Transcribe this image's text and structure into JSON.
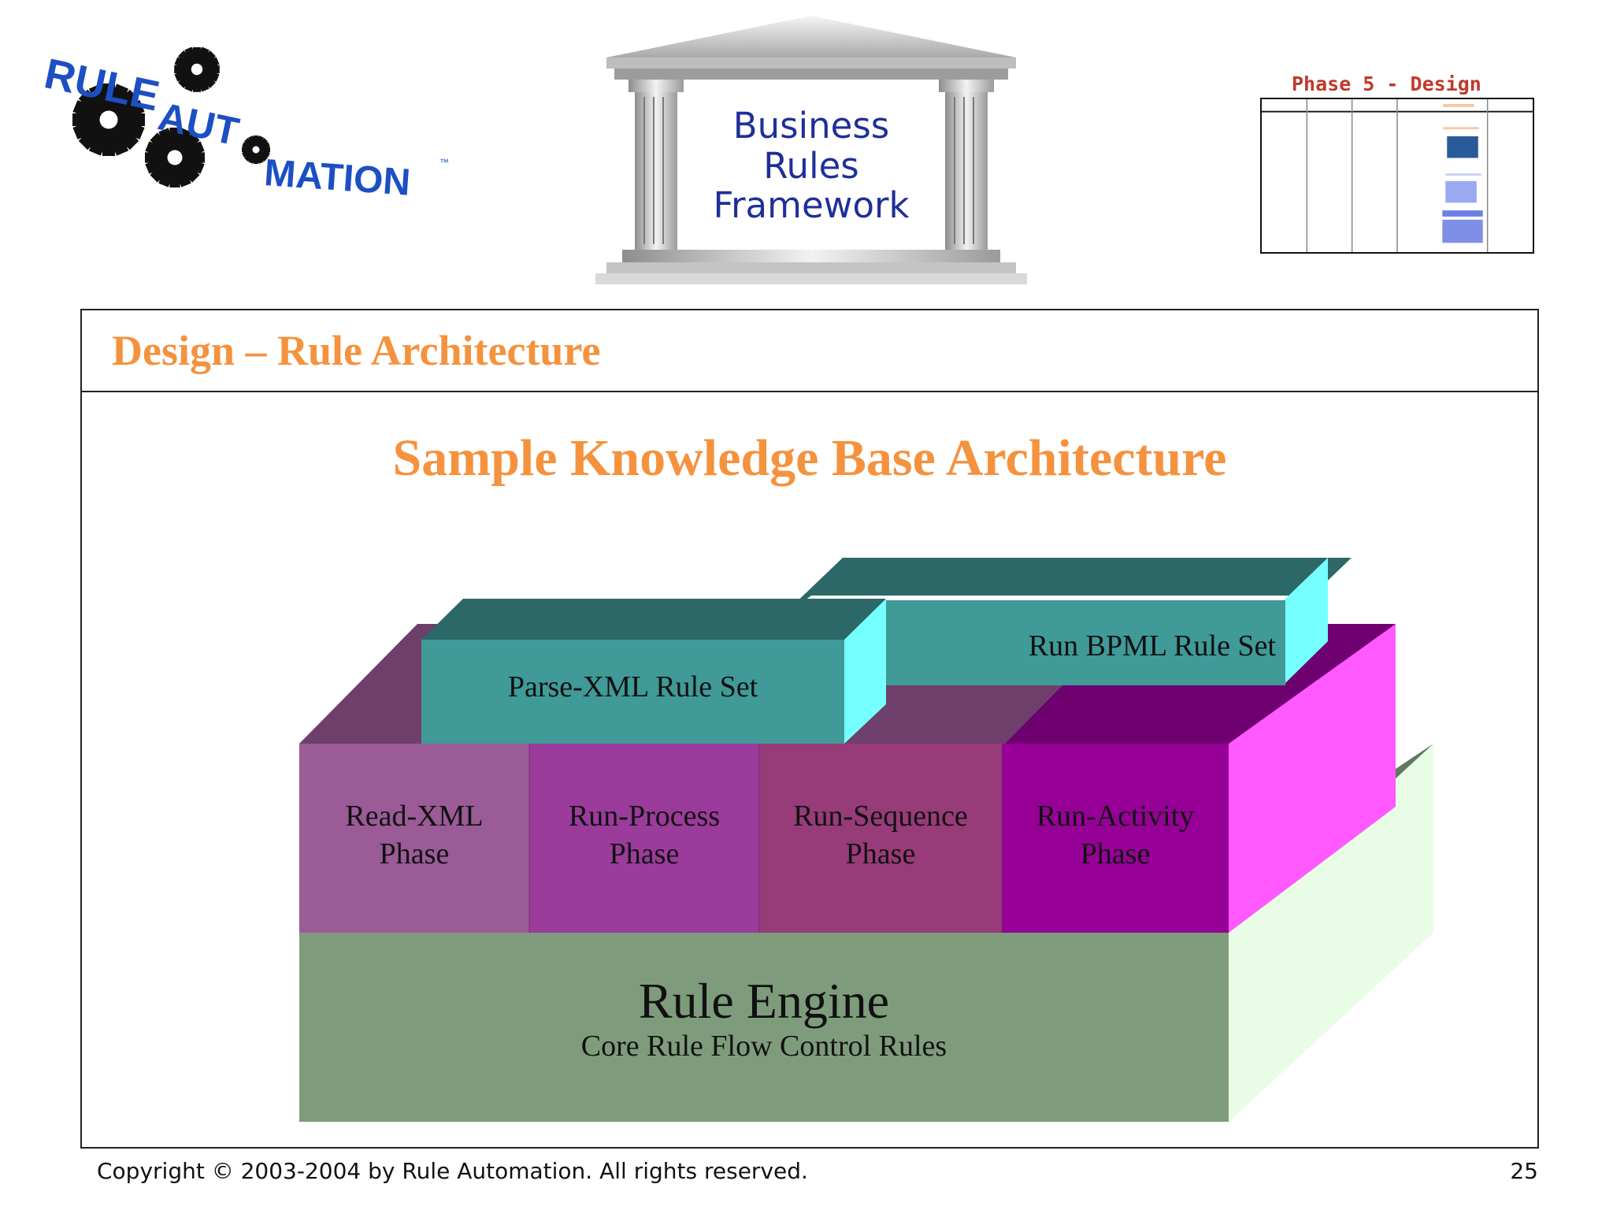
{
  "logo": {
    "line1": "RULE",
    "line2": "AUT",
    "line3": "MATION",
    "trademark": "™",
    "icon": "gear-icon"
  },
  "banner": {
    "icon": "temple-icon",
    "line1": "Business",
    "line2": "Rules",
    "line3": "Framework"
  },
  "phase": {
    "label": "Phase 5 - Design",
    "thumbnail_icon": "phase-table-thumbnail"
  },
  "slide": {
    "section_title": "Design – Rule Architecture",
    "diagram_title": "Sample Knowledge Base Architecture"
  },
  "diagram": {
    "rule_sets": [
      {
        "label": "Parse-XML Rule Set",
        "color": "#3f9a98"
      },
      {
        "label": "Run BPML Rule Set",
        "color": "#3f9a98"
      }
    ],
    "phases": [
      {
        "line1": "Read-XML",
        "line2": "Phase",
        "color": "#9a5b96"
      },
      {
        "line1": "Run-Process",
        "line2": "Phase",
        "color": "#9b3b9b"
      },
      {
        "line1": "Run-Sequence",
        "line2": "Phase",
        "color": "#983b79"
      },
      {
        "line1": "Run-Activity",
        "line2": "Phase",
        "color": "#970097"
      }
    ],
    "engine": {
      "title": "Rule Engine",
      "subtitle": "Core Rule Flow Control Rules",
      "color": "#7e9c7c"
    }
  },
  "footer": {
    "copyright": "Copyright © 2003-2004 by Rule Automation. All rights reserved.",
    "page_number": "25"
  }
}
